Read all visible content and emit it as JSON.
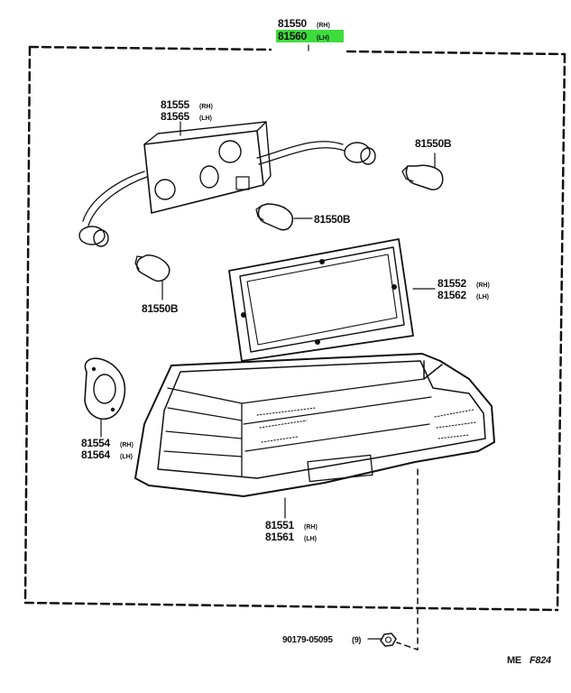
{
  "assembly": {
    "rh_number": "81550",
    "rh_tag": "(RH)",
    "lh_number": "81560",
    "lh_tag": "(LH)"
  },
  "parts": {
    "socket": {
      "rh_number": "81555",
      "rh_tag": "(RH)",
      "lh_number": "81565",
      "lh_tag": "(LH)"
    },
    "bulb_a": {
      "number": "81550B"
    },
    "bulb_b": {
      "number": "81550B"
    },
    "bulb_c": {
      "number": "81550B"
    },
    "gasket": {
      "rh_number": "81552",
      "rh_tag": "(RH)",
      "lh_number": "81562",
      "lh_tag": "(LH)"
    },
    "packing": {
      "rh_number": "81554",
      "rh_tag": "(RH)",
      "lh_number": "81564",
      "lh_tag": "(LH)"
    },
    "lens": {
      "rh_number": "81551",
      "rh_tag": "(RH)",
      "lh_number": "81561",
      "lh_tag": "(LH)"
    },
    "nut": {
      "number": "90179-05095",
      "qty": "(9)"
    }
  },
  "figure_code": {
    "prefix": "ME",
    "number": "F824"
  },
  "colors": {
    "highlight": "#3ddc3d",
    "ink": "#111111"
  }
}
